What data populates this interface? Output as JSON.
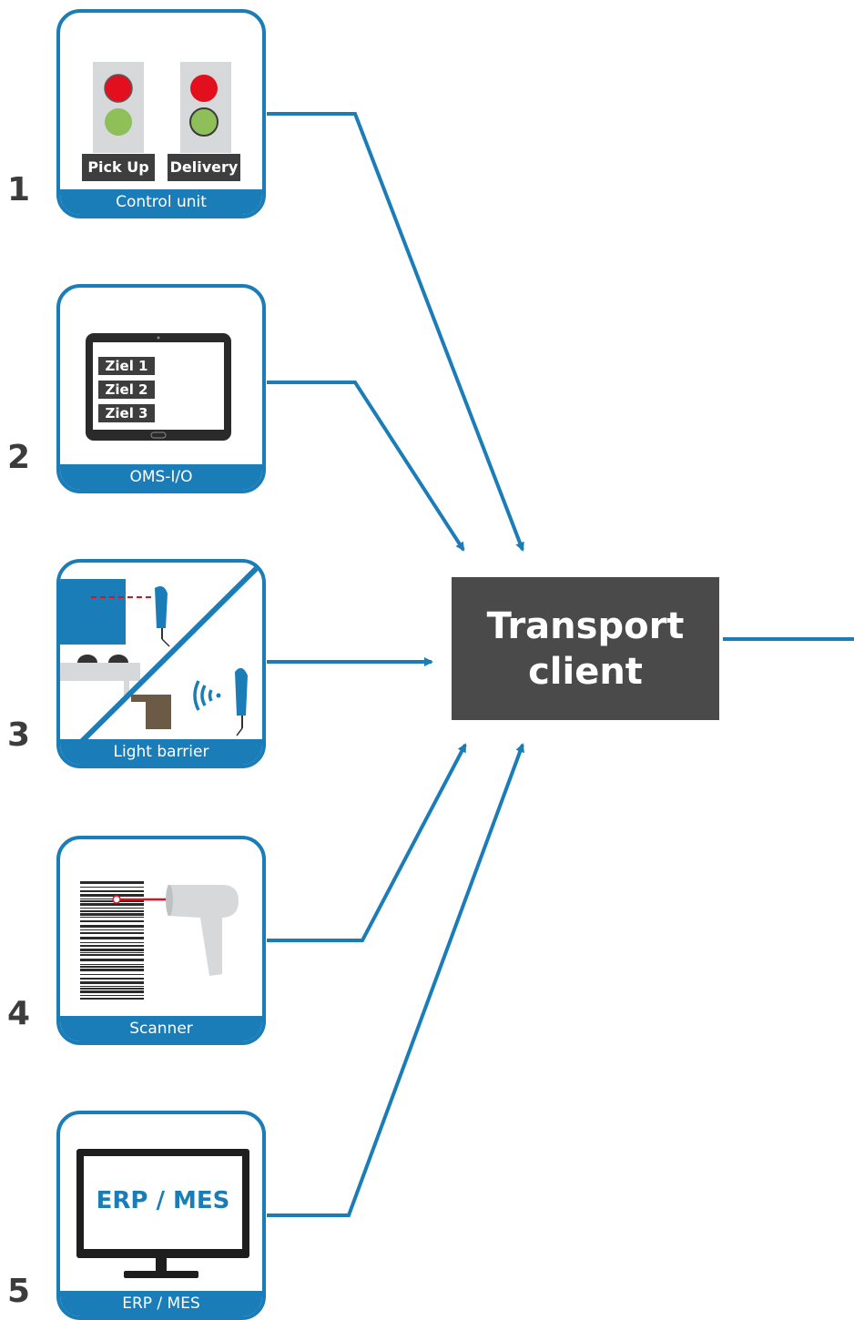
{
  "center": {
    "label": "Transport\nclient"
  },
  "colors": {
    "accent": "#1b7db8",
    "box": "#4a4a4a",
    "red": "#e2101f",
    "green": "#8fbf58"
  },
  "inputs": [
    {
      "number": "1",
      "caption": "Control unit",
      "signals": [
        "Pick Up",
        "Delivery"
      ]
    },
    {
      "number": "2",
      "caption": "OMS-I/O",
      "targets": [
        "Ziel 1",
        "Ziel 2",
        "Ziel 3"
      ]
    },
    {
      "number": "3",
      "caption": "Light barrier"
    },
    {
      "number": "4",
      "caption": "Scanner"
    },
    {
      "number": "5",
      "caption": "ERP / MES",
      "screen_text": "ERP / MES"
    }
  ]
}
